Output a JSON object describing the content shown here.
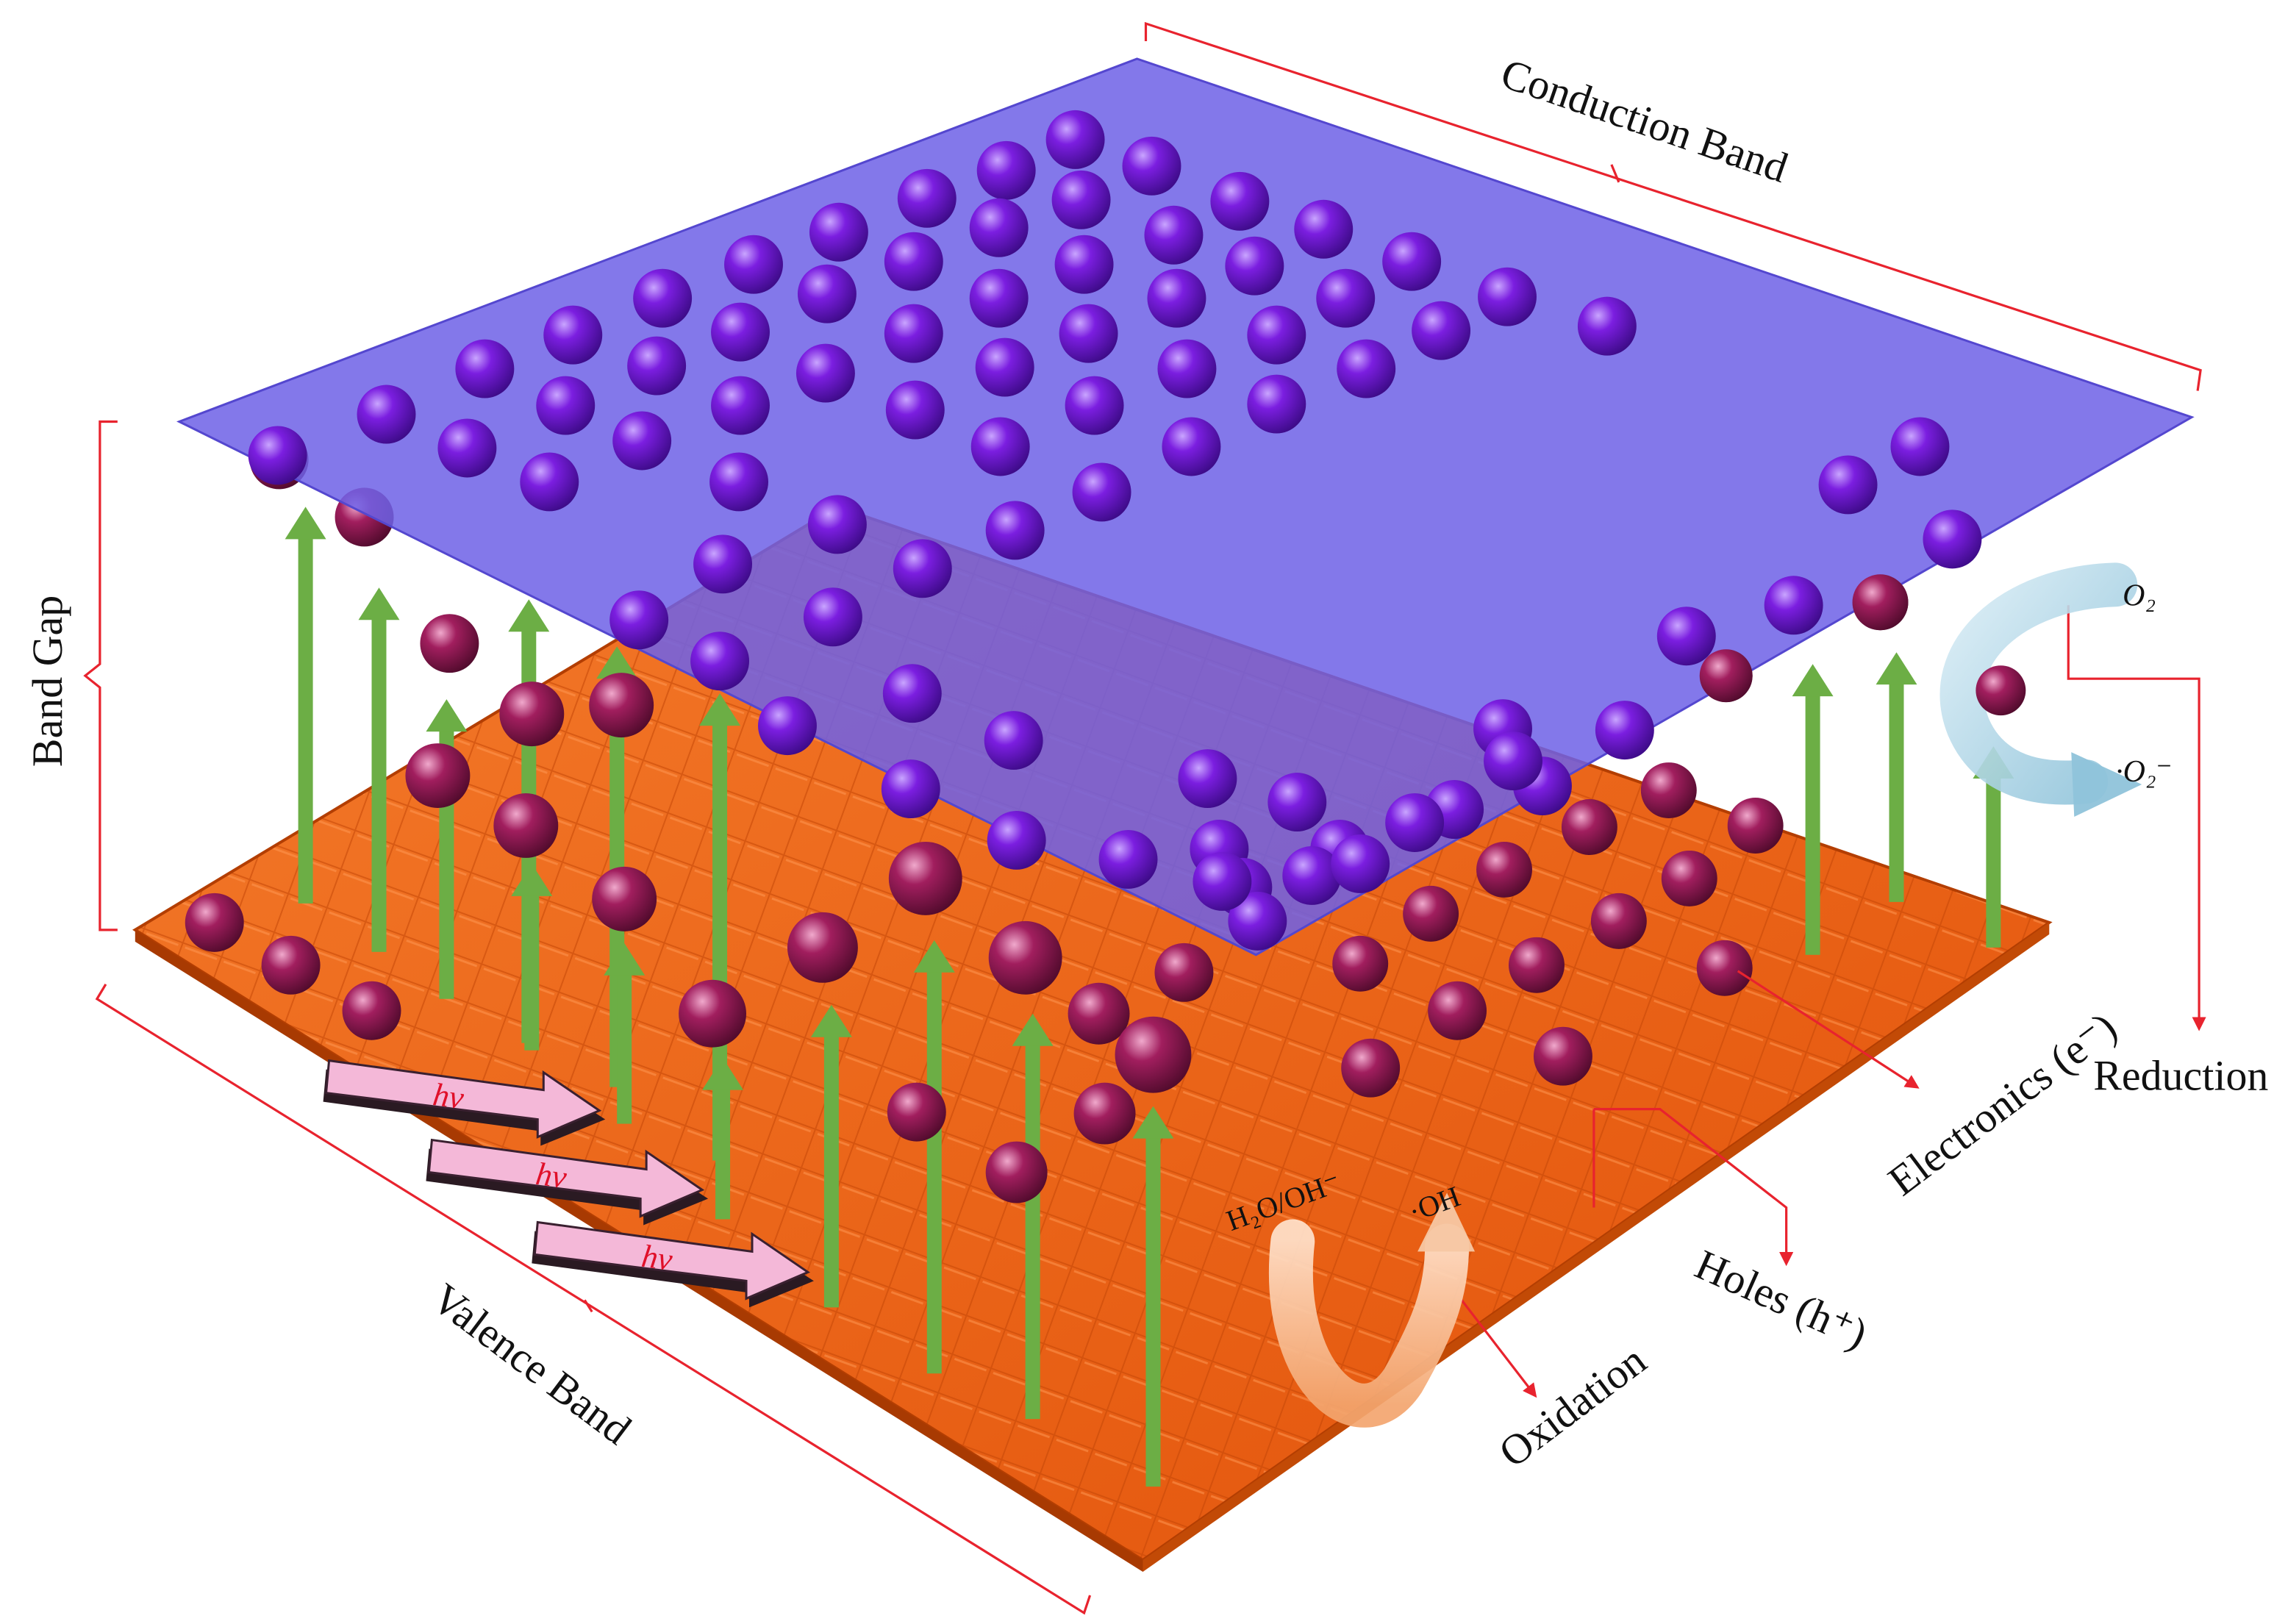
{
  "labels": {
    "conduction_band": "Conduction  Band",
    "valence_band": "Valence Band",
    "band_gap": "Band  Gap",
    "electronics": "Electronics (e⁻)",
    "holes": "Holes (h⁺)",
    "reduction": "Reduction",
    "oxidation": "Oxidation",
    "o2": "O₂",
    "superoxide": "·O₂⁻",
    "h2o_oh": "H₂O/OH⁻",
    "hydroxyl": "·OH",
    "photon": "hv"
  },
  "colors": {
    "conduction_plane": "#6f62e6",
    "valence_plane": "#f2600e",
    "electron_sphere": "#7b1ee0",
    "hole_sphere": "#a11e5e",
    "excitation_arrow": "#6cae45",
    "annotation_line": "#e8232e",
    "photon_arrow": "#f4b8d8",
    "reduction_swirl": "#b7d9e8",
    "oxidation_swirl": "#f7c7a3"
  },
  "icons": {
    "electron": "purple-sphere-icon",
    "hole": "magenta-sphere-icon",
    "excitation": "green-up-arrow-icon",
    "photon": "pink-3d-arrow-icon",
    "reduction_cycle": "curved-arrow-icon",
    "oxidation_cycle": "u-turn-arrow-icon"
  }
}
